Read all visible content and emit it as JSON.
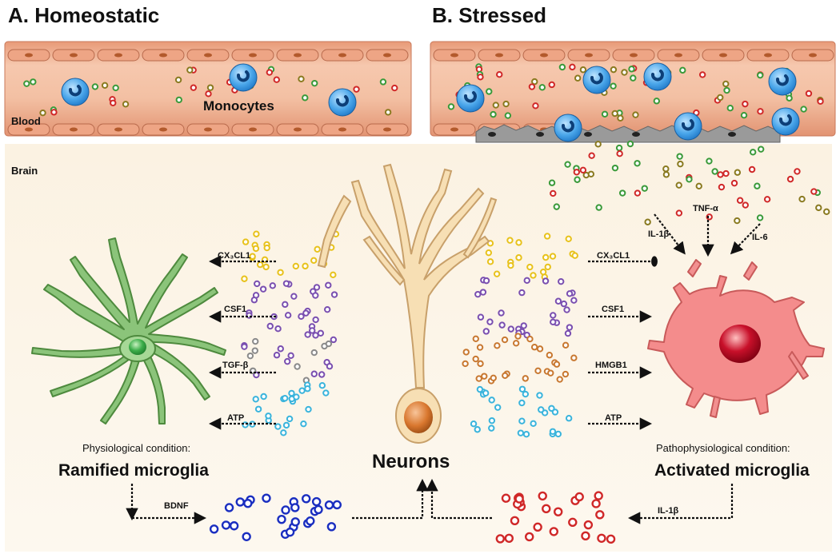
{
  "panels": {
    "homeostatic_title": "A. Homeostatic",
    "stressed_title": "B. Stressed"
  },
  "regions": {
    "blood": "Blood",
    "brain": "Brain",
    "monocytes": "Monocytes"
  },
  "left_signals": {
    "cx3cl1": "CX₃CL1",
    "csf1": "CSF1",
    "tgf_beta": "TGF-β",
    "atp": "ATP"
  },
  "right_signals": {
    "cx3cl1": "CX₃CL1",
    "csf1": "CSF1",
    "hmgb1": "HMGB1",
    "atp": "ATP"
  },
  "cytokines": {
    "il1b": "IL-1β",
    "tnfa": "TNF-α",
    "il6": "IL-6"
  },
  "neurons": {
    "label": "Neurons"
  },
  "left_microglia": {
    "condition": "Physiological condition:",
    "name": "Ramified microglia",
    "output": "BDNF"
  },
  "right_microglia": {
    "condition": "Pathophysiological condition:",
    "name": "Activated microglia",
    "output": "IL-1β"
  },
  "colors": {
    "vessel": "#f0b89a",
    "monocyte": "#3fa0e8",
    "ramified_microglia": "#8bc47a",
    "activated_microglia": "#f08a8a",
    "neuron": "#f6dcb0",
    "dot_yellow": "#e8c21c",
    "dot_purple": "#7a4fb0",
    "dot_grey": "#8a8a8a",
    "dot_cyan": "#3ab4dc",
    "dot_orange": "#c87830",
    "dot_blue": "#1a2ec0",
    "dot_red": "#d02828"
  }
}
